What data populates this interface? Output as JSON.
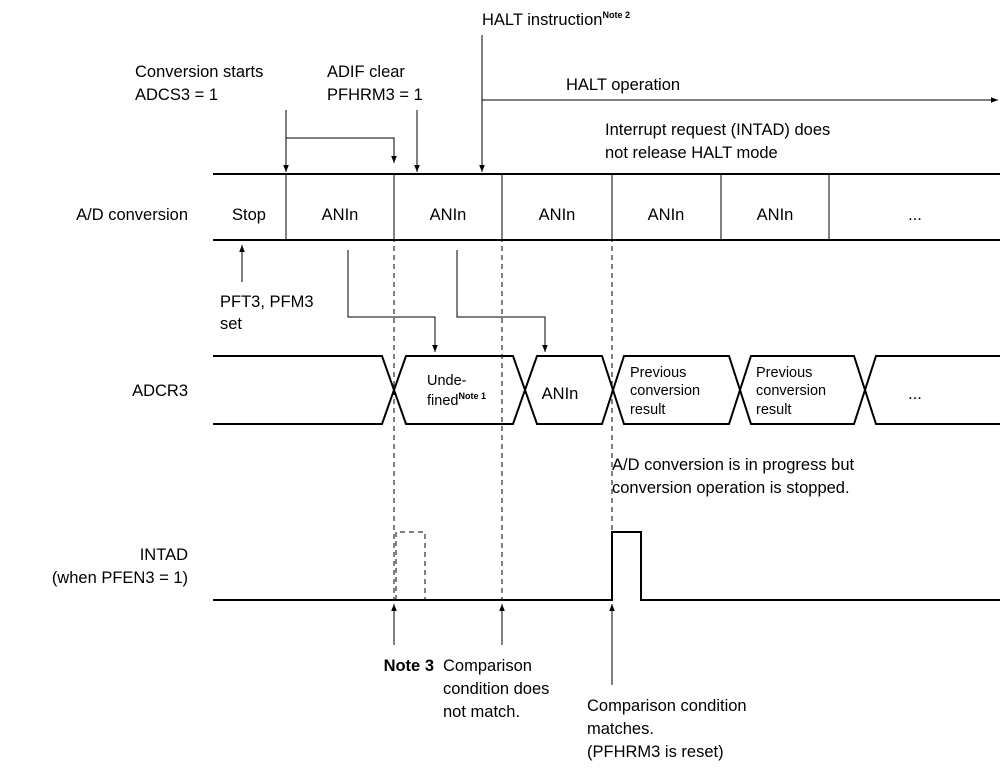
{
  "annotations": {
    "halt_instruction": "HALT instruction",
    "halt_instruction_note": "Note 2",
    "conversion_starts": "Conversion starts",
    "adcs3": "ADCS3 = 1",
    "adif_clear": "ADIF clear",
    "pfhrm3": "PFHRM3 = 1",
    "halt_operation": "HALT operation",
    "interrupt_line1": "Interrupt request (INTAD) does",
    "interrupt_line2": "not release HALT mode",
    "pft3_line1": "PFT3, PFM3",
    "pft3_line2": "set",
    "progress_line1": "A/D conversion is in progress but",
    "progress_line2": "conversion operation is stopped.",
    "note3": "Note 3",
    "nomatch_line1": "Comparison",
    "nomatch_line2": "condition does",
    "nomatch_line3": "not match.",
    "match_line1": "Comparison condition",
    "match_line2": "matches.",
    "match_line3": "(PFHRM3 is reset)"
  },
  "signals": {
    "ad_conversion": "A/D conversion",
    "adcr3": "ADCR3",
    "intad_line1": "INTAD",
    "intad_line2": "(when PFEN3 = 1)"
  },
  "ad_segments": {
    "stop": "Stop",
    "s1": "ANIn",
    "s2": "ANIn",
    "s3": "ANIn",
    "s4": "ANIn",
    "s5": "ANIn",
    "s6": "..."
  },
  "adcr3_segments": {
    "undefined_line1": "Unde-",
    "undefined_line2": "fined",
    "undefined_note": "Note 1",
    "anin": "ANIn",
    "prev1_line1": "Previous",
    "prev1_line2": "conversion",
    "prev1_line3": "result",
    "prev2_line1": "Previous",
    "prev2_line2": "conversion",
    "prev2_line3": "result",
    "ellipsis": "..."
  }
}
